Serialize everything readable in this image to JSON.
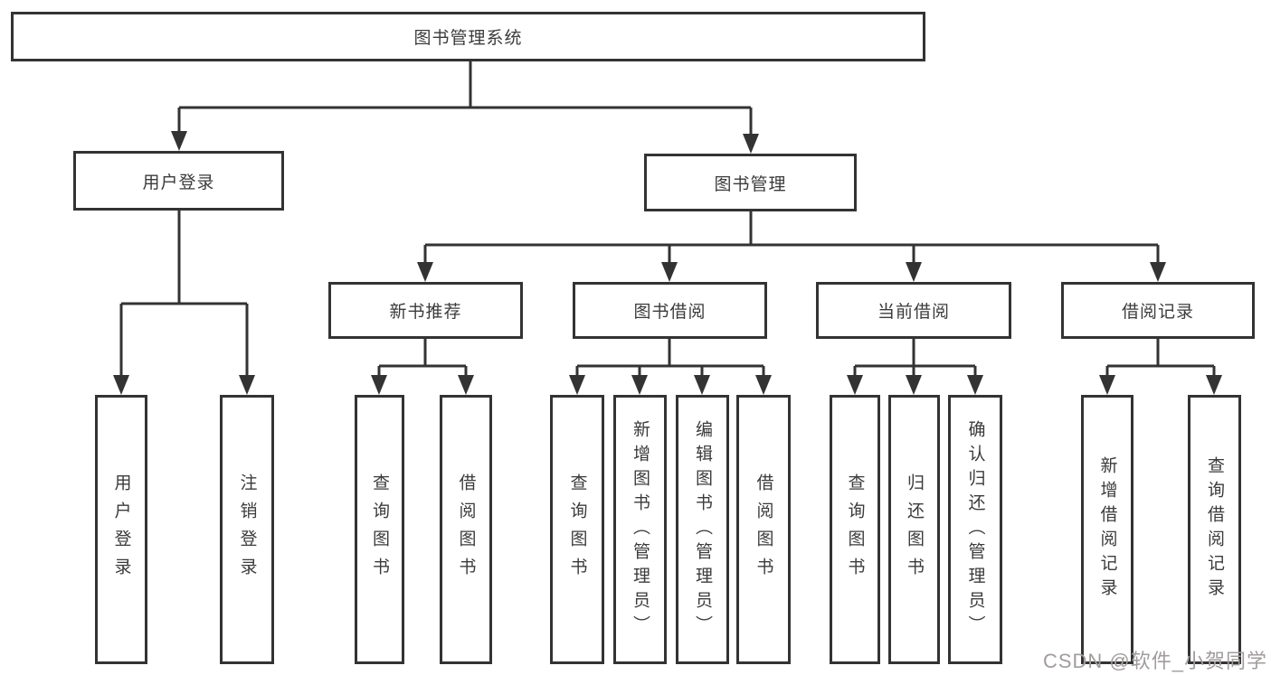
{
  "nodes": {
    "root": "图书管理系统",
    "user_login": "用户登录",
    "book_mgmt": "图书管理",
    "new_book": "新书推荐",
    "book_borrow": "图书借阅",
    "current_borrow": "当前借阅",
    "borrow_record": "借阅记录",
    "leaves": {
      "user": [
        "用户登录",
        "注销登录"
      ],
      "new_book": [
        "查询图书",
        "借阅图书"
      ],
      "book_borrow": [
        "查询图书",
        "新增图书（管理员）",
        "编辑图书（管理员）",
        "借阅图书"
      ],
      "current_borrow": [
        "查询图书",
        "归还图书",
        "确认归还（管理员）"
      ],
      "borrow_record": [
        "新增借阅记录",
        "查询借阅记录"
      ]
    }
  },
  "watermark": "CSDN @软件_小贺同学",
  "colors": {
    "line": "#333333",
    "text": "#3b3b3b",
    "watermark": "#a09c9c",
    "background": "#ffffff"
  }
}
